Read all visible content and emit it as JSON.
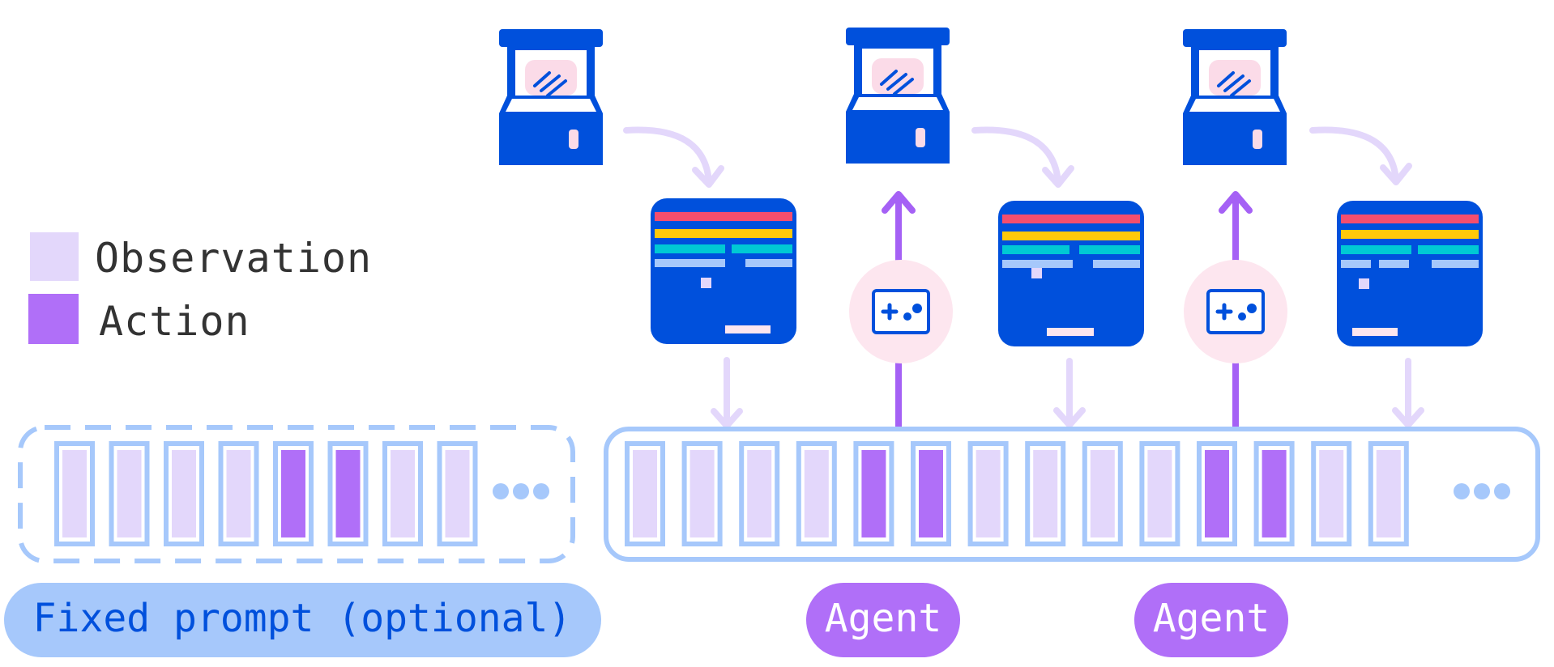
{
  "legend": {
    "observation": {
      "label": "Observation",
      "color": "#e3d7fb"
    },
    "action": {
      "label": "Action",
      "color": "#b06ff8"
    }
  },
  "prompt_label": "Fixed prompt (optional)",
  "agent_labels": [
    "Agent",
    "Agent"
  ],
  "prompt_tokens": [
    "observation",
    "observation",
    "observation",
    "observation",
    "action",
    "action",
    "observation",
    "observation"
  ],
  "sequence_tokens": [
    "observation",
    "observation",
    "observation",
    "observation",
    "action",
    "action",
    "observation",
    "observation",
    "observation",
    "observation",
    "action",
    "action",
    "observation",
    "observation"
  ],
  "colors": {
    "arcade_blue": "#0050dc",
    "token_border": "#a6c8fb",
    "prompt_fill": "#a6c8fb",
    "agent_fill": "#b06ff8",
    "controller_circle": "#fde6ef",
    "arrow_observation": "#e3d7fb",
    "arrow_action": "#a561f5"
  },
  "icons": [
    "arcade-cabinet-icon",
    "game-screen-icon",
    "game-controller-icon",
    "ellipsis-icon"
  ]
}
